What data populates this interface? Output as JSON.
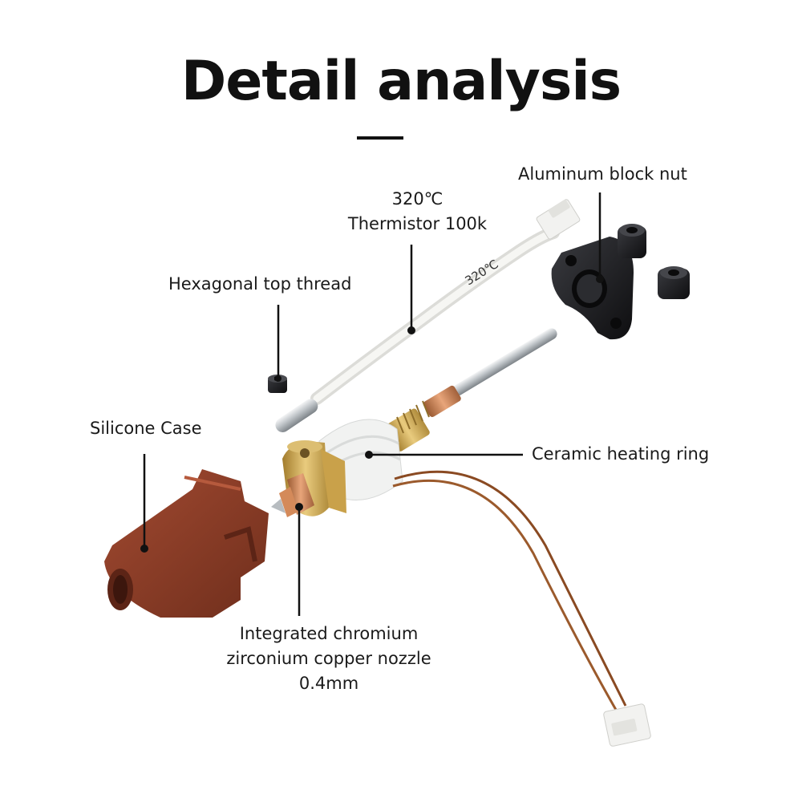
{
  "title": "Detail analysis",
  "labels": {
    "block_nut": "Aluminum block nut",
    "thermistor_temp": "320℃",
    "thermistor_name": "Thermistor 100k",
    "hex_thread": "Hexagonal top thread",
    "silicone_case": "Silicone Case",
    "ceramic_ring": "Ceramic heating ring",
    "nozzle_line1": "Integrated chromium",
    "nozzle_line2": "zirconium copper nozzle",
    "nozzle_line3": "0.4mm"
  },
  "thermistor_marking": "320℃",
  "colors": {
    "silicone": "#8a3b26",
    "brass": "#c9a14a",
    "copper": "#c57a4e",
    "ceramic": "#eef0ef",
    "metal": "#c8ccd0",
    "nut": "#1c1d20",
    "connector": "#f2f2f0",
    "wire": "#8a4a22"
  }
}
